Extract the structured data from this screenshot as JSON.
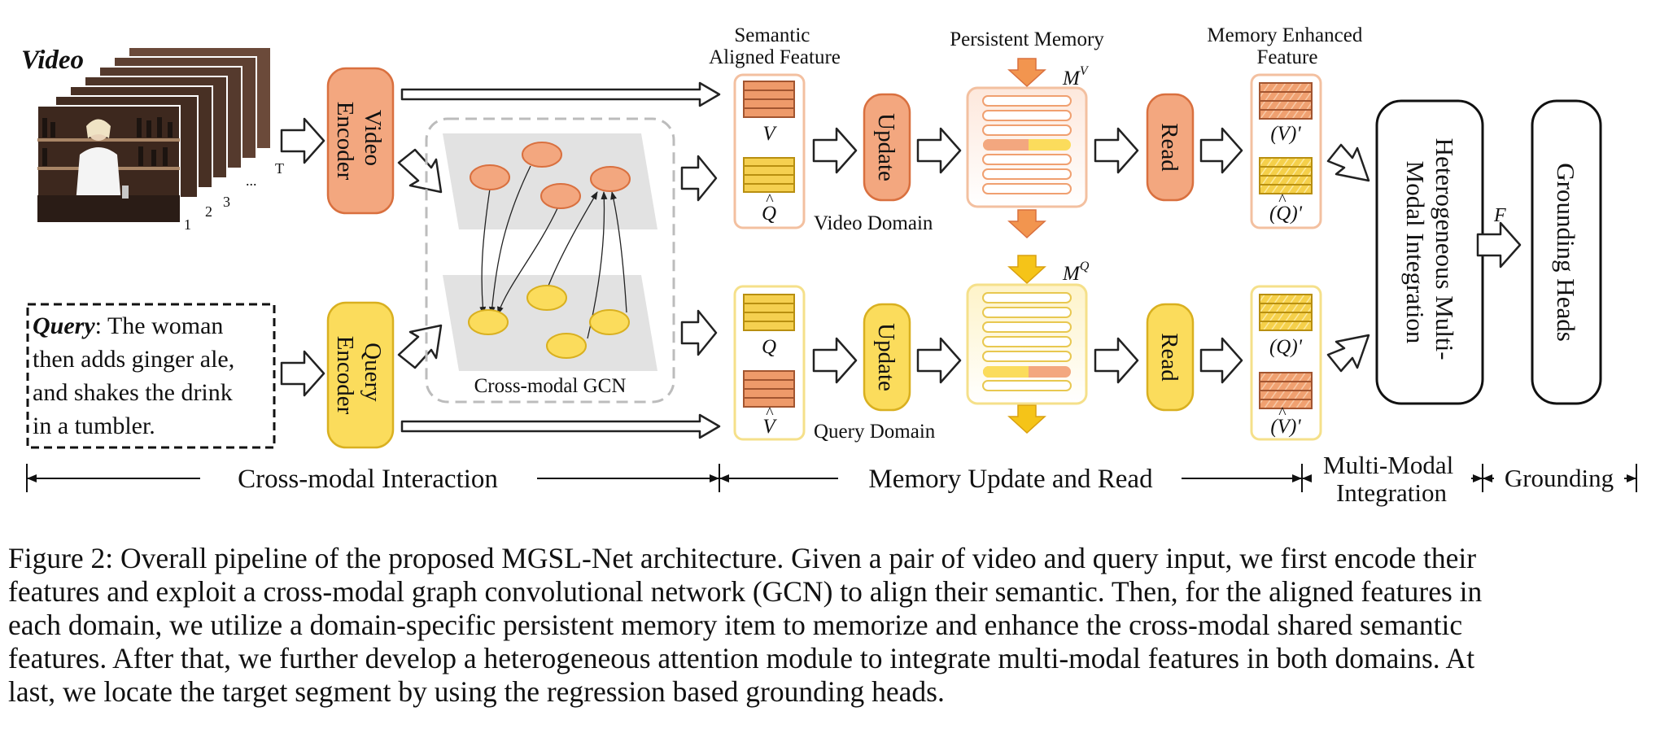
{
  "video_label": "Video",
  "frame_labels": [
    "T",
    "...",
    "3",
    "2",
    "1"
  ],
  "query_prefix": "Query",
  "query_lines": [
    ": The woman",
    "then adds ginger ale,",
    "and shakes the drink",
    "in a tumbler."
  ],
  "video_encoder": [
    "Video",
    "Encoder"
  ],
  "query_encoder": [
    "Query",
    "Encoder"
  ],
  "gcn_label": "Cross-modal GCN",
  "semantic_title": [
    "Semantic",
    "Aligned Feature"
  ],
  "persistent_title": "Persistent Memory",
  "memory_enhanced_title": [
    "Memory Enhanced",
    "Feature"
  ],
  "feature_labels": {
    "v": "V",
    "q_hat": "Q",
    "q": "Q",
    "v_hat": "V"
  },
  "enhanced_labels": {
    "v": "(V)'",
    "q_hat": "(Q)'",
    "q": "(Q)'",
    "v_hat": "(V)'"
  },
  "update_label": "Update",
  "read_label": "Read",
  "mem_v": "M",
  "mem_v_sup": "V",
  "mem_q": "M",
  "mem_q_sup": "Q",
  "video_domain": "Video Domain",
  "query_domain": "Query Domain",
  "integration_label": [
    "Heterogeneous Multi-",
    "Modal Integration"
  ],
  "f_label": "F",
  "grounding_heads": "Grounding Heads",
  "stages": {
    "interaction": "Cross-modal Interaction",
    "memory": "Memory Update and Read",
    "integration": [
      "Multi-Modal",
      "Integration"
    ],
    "grounding": "Grounding"
  },
  "colors": {
    "orange": "#f3a77f",
    "orange_stroke": "#d9703f",
    "yellow": "#fbdc5c",
    "yellow_stroke": "#d9b020",
    "gray_plane": "#e2e2e2"
  },
  "caption": [
    "Figure 2: Overall pipeline of the proposed MGSL-Net architecture. Given a pair of video and query input, we first encode their",
    "features and exploit a cross-modal graph convolutional network (GCN) to align their semantic. Then, for the aligned features in",
    "each domain, we utilize a domain-specific persistent memory item to memorize and enhance the cross-modal shared semantic",
    "features. After that, we further develop a heterogeneous attention module to integrate multi-modal features in both domains. At",
    "last, we locate the target segment by using the regression based grounding heads."
  ]
}
